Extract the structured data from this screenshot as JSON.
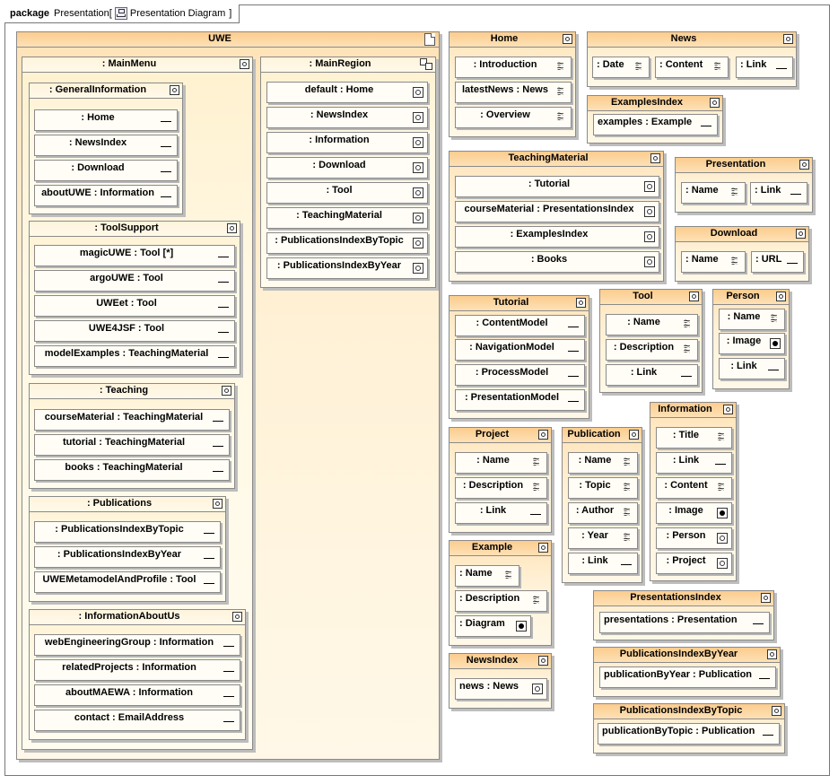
{
  "frame": {
    "keyword": "package",
    "name": "Presentation",
    "bracket_open": "[",
    "diagram_name": "Presentation Diagram",
    "bracket_close": "]"
  },
  "uwe": {
    "title": "UWE"
  },
  "mainmenu": {
    "title": ": MainMenu",
    "general": {
      "title": ": GeneralInformation",
      "rows": [
        ": Home",
        ": NewsIndex",
        ": Download",
        "aboutUWE : Information"
      ]
    },
    "toolsupport": {
      "title": ": ToolSupport",
      "rows": [
        "magicUWE : Tool [*]",
        "argoUWE : Tool",
        "UWEet : Tool",
        "UWE4JSF : Tool",
        "modelExamples : TeachingMaterial"
      ]
    },
    "teaching": {
      "title": ": Teaching",
      "rows": [
        "courseMaterial : TeachingMaterial",
        "tutorial : TeachingMaterial",
        "books : TeachingMaterial"
      ]
    },
    "publications": {
      "title": ": Publications",
      "rows": [
        ": PublicationsIndexByTopic",
        ": PublicationsIndexByYear",
        "UWEMetamodelAndProfile : Tool"
      ]
    },
    "infoabout": {
      "title": ": InformationAboutUs",
      "rows": [
        "webEngineeringGroup : Information",
        "relatedProjects : Information",
        "aboutMAEWA : Information",
        "contact : EmailAddress"
      ]
    }
  },
  "mainregion": {
    "title": ": MainRegion",
    "rows": [
      "default : Home",
      ": NewsIndex",
      ": Information",
      ": Download",
      ": Tool",
      ": TeachingMaterial",
      ": PublicationsIndexByTopic",
      ": PublicationsIndexByYear"
    ]
  },
  "home": {
    "title": "Home",
    "rows": [
      ": Introduction",
      "latestNews : News",
      ": Overview"
    ]
  },
  "news": {
    "title": "News",
    "rows": [
      ": Date",
      ": Content",
      ": Link"
    ]
  },
  "examplesindex": {
    "title": "ExamplesIndex",
    "rows": [
      "examples : Example"
    ]
  },
  "teachingmaterial": {
    "title": "TeachingMaterial",
    "rows": [
      ": Tutorial",
      "courseMaterial : PresentationsIndex",
      ": ExamplesIndex",
      ": Books"
    ]
  },
  "presentation": {
    "title": "Presentation",
    "rows": [
      ": Name",
      ": Link"
    ]
  },
  "download": {
    "title": "Download",
    "rows": [
      ": Name",
      ": URL"
    ]
  },
  "tutorial": {
    "title": "Tutorial",
    "rows": [
      ": ContentModel",
      ": NavigationModel",
      ": ProcessModel",
      ": PresentationModel"
    ]
  },
  "tool": {
    "title": "Tool",
    "rows": [
      ": Name",
      ": Description",
      ": Link"
    ]
  },
  "person": {
    "title": "Person",
    "rows": [
      ": Name",
      ": Image",
      ": Link"
    ]
  },
  "information": {
    "title": "Information",
    "rows": [
      ": Title",
      ": Link",
      ": Content",
      ": Image",
      ": Person",
      ": Project"
    ]
  },
  "project": {
    "title": "Project",
    "rows": [
      ": Name",
      ": Description",
      ": Link"
    ]
  },
  "publication": {
    "title": "Publication",
    "rows": [
      ": Name",
      ": Topic",
      ": Author",
      ": Year",
      ": Link"
    ]
  },
  "example": {
    "title": "Example",
    "rows": [
      ": Name",
      ": Description",
      ": Diagram"
    ]
  },
  "presentationsindex": {
    "title": "PresentationsIndex",
    "rows": [
      "presentations : Presentation"
    ]
  },
  "pubbyyear": {
    "title": "PublicationsIndexByYear",
    "rows": [
      "publicationByYear : Publication"
    ]
  },
  "newsindex": {
    "title": "NewsIndex",
    "rows": [
      "news : News"
    ]
  },
  "pubbytopic": {
    "title": "PublicationsIndexByTopic",
    "rows": [
      "publicationByTopic : Publication"
    ]
  }
}
